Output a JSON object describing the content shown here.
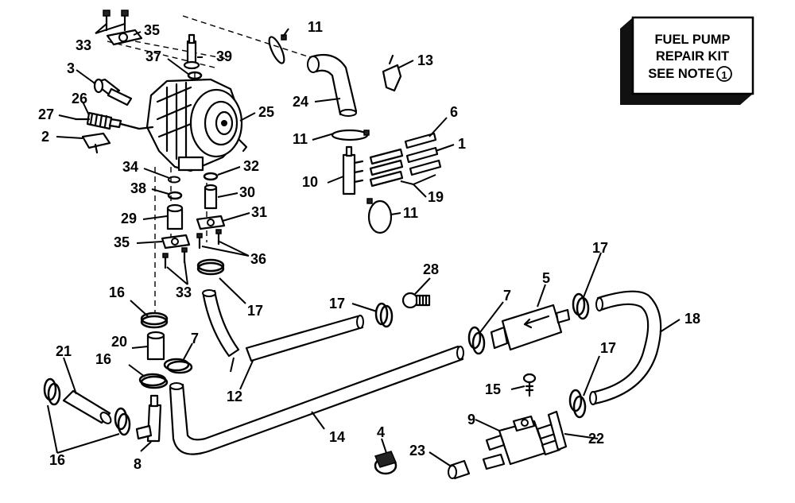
{
  "note_box": {
    "line1": "FUEL PUMP",
    "line2": "REPAIR KIT",
    "line3": "SEE NOTE",
    "note_symbol": "1"
  },
  "callouts": [
    {
      "id": "c1",
      "label": "1"
    },
    {
      "id": "c2",
      "label": "2"
    },
    {
      "id": "c3",
      "label": "3"
    },
    {
      "id": "c4",
      "label": "4"
    },
    {
      "id": "c5",
      "label": "5"
    },
    {
      "id": "c6",
      "label": "6"
    },
    {
      "id": "c7a",
      "label": "7"
    },
    {
      "id": "c7b",
      "label": "7"
    },
    {
      "id": "c8",
      "label": "8"
    },
    {
      "id": "c9",
      "label": "9"
    },
    {
      "id": "c10",
      "label": "10"
    },
    {
      "id": "c11a",
      "label": "11"
    },
    {
      "id": "c11b",
      "label": "11"
    },
    {
      "id": "c11c",
      "label": "11"
    },
    {
      "id": "c12",
      "label": "12"
    },
    {
      "id": "c13",
      "label": "13"
    },
    {
      "id": "c14",
      "label": "14"
    },
    {
      "id": "c15",
      "label": "15"
    },
    {
      "id": "c16a",
      "label": "16"
    },
    {
      "id": "c16b",
      "label": "16"
    },
    {
      "id": "c16c",
      "label": "16"
    },
    {
      "id": "c17a",
      "label": "17"
    },
    {
      "id": "c17b",
      "label": "17"
    },
    {
      "id": "c17c",
      "label": "17"
    },
    {
      "id": "c17d",
      "label": "17"
    },
    {
      "id": "c18",
      "label": "18"
    },
    {
      "id": "c19",
      "label": "19"
    },
    {
      "id": "c20",
      "label": "20"
    },
    {
      "id": "c21",
      "label": "21"
    },
    {
      "id": "c22",
      "label": "22"
    },
    {
      "id": "c23",
      "label": "23"
    },
    {
      "id": "c24",
      "label": "24"
    },
    {
      "id": "c25",
      "label": "25"
    },
    {
      "id": "c26",
      "label": "26"
    },
    {
      "id": "c27",
      "label": "27"
    },
    {
      "id": "c28",
      "label": "28"
    },
    {
      "id": "c29",
      "label": "29"
    },
    {
      "id": "c30",
      "label": "30"
    },
    {
      "id": "c31",
      "label": "31"
    },
    {
      "id": "c32",
      "label": "32"
    },
    {
      "id": "c33a",
      "label": "33"
    },
    {
      "id": "c33b",
      "label": "33"
    },
    {
      "id": "c34",
      "label": "34"
    },
    {
      "id": "c35a",
      "label": "35"
    },
    {
      "id": "c35b",
      "label": "35"
    },
    {
      "id": "c36",
      "label": "36"
    },
    {
      "id": "c37",
      "label": "37"
    },
    {
      "id": "c38",
      "label": "38"
    },
    {
      "id": "c39",
      "label": "39"
    }
  ]
}
